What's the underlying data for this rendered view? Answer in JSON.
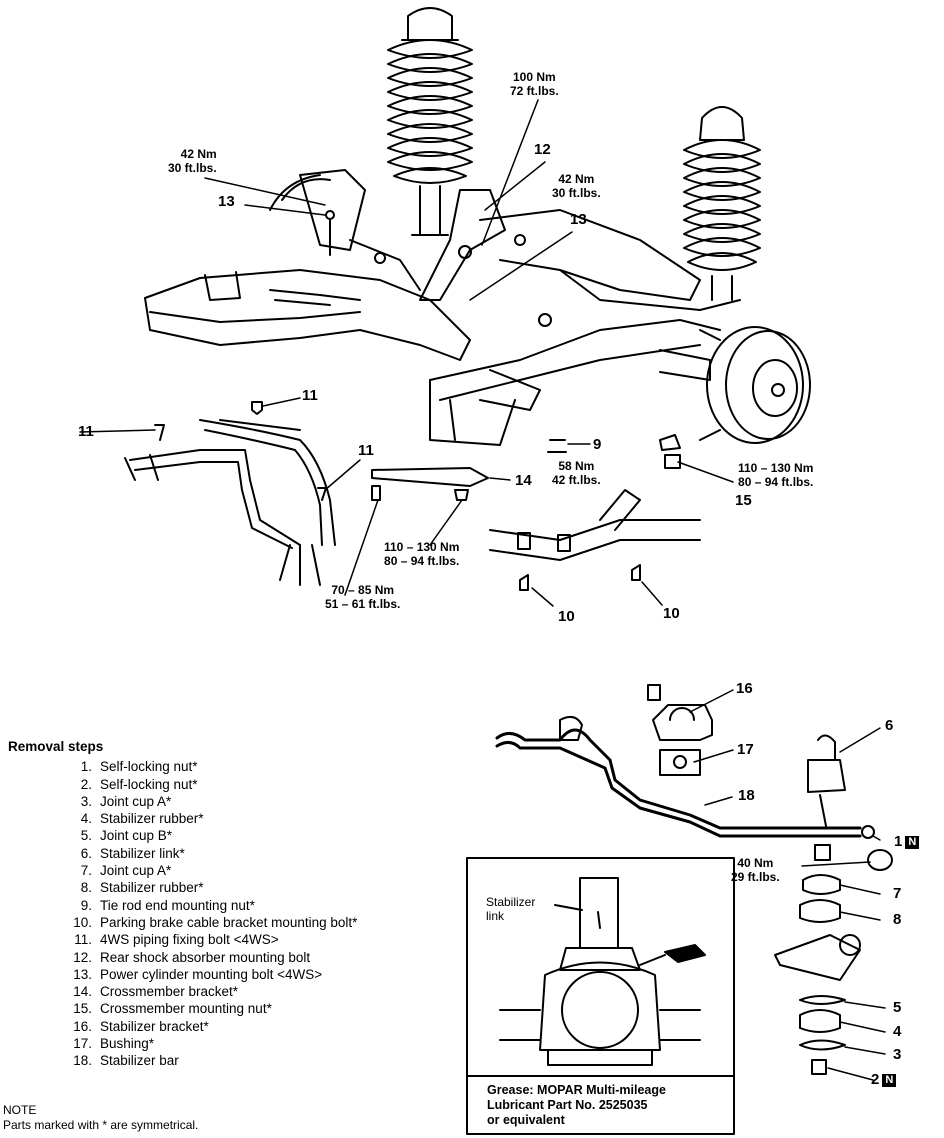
{
  "callouts": {
    "c1": "1",
    "c2": "2",
    "c3": "3",
    "c5": "5",
    "c4": "4",
    "c6": "6",
    "c7": "7",
    "c8": "8",
    "c9": "9",
    "c10a": "10",
    "c10b": "10",
    "c11a": "11",
    "c11b": "11",
    "c11c": "11",
    "c12": "12",
    "c13a": "13",
    "c13b": "13",
    "c14": "14",
    "c15": "15",
    "c16": "16",
    "c17": "17",
    "c18": "18",
    "n_badge": "N"
  },
  "torques": {
    "t100": {
      "nm": "100 Nm",
      "ft": "72 ft.lbs."
    },
    "t42a": {
      "nm": "42 Nm",
      "ft": "30 ft.lbs."
    },
    "t42b": {
      "nm": "42 Nm",
      "ft": "30 ft.lbs."
    },
    "t58": {
      "nm": "58 Nm",
      "ft": "42 ft.lbs."
    },
    "t110a": {
      "nm": "110 – 130 Nm",
      "ft": "80 – 94 ft.lbs."
    },
    "t110b": {
      "nm": "110 – 130 Nm",
      "ft": "80 – 94 ft.lbs."
    },
    "t70": {
      "nm": "70 – 85 Nm",
      "ft": "51 – 61 ft.lbs."
    },
    "t40": {
      "nm": "40 Nm",
      "ft": "29 ft.lbs."
    }
  },
  "removal_steps": {
    "title": "Removal steps",
    "items": [
      {
        "n": "1.",
        "text": "Self-locking nut*"
      },
      {
        "n": "2.",
        "text": "Self-locking nut*"
      },
      {
        "n": "3.",
        "text": "Joint cup A*"
      },
      {
        "n": "4.",
        "text": "Stabilizer rubber*"
      },
      {
        "n": "5.",
        "text": "Joint cup B*"
      },
      {
        "n": "6.",
        "text": "Stabilizer link*"
      },
      {
        "n": "7.",
        "text": "Joint cup A*"
      },
      {
        "n": "8.",
        "text": "Stabilizer rubber*"
      },
      {
        "n": "9.",
        "text": "Tie rod end mounting nut*"
      },
      {
        "n": "10.",
        "text": "Parking brake cable bracket mounting bolt*"
      },
      {
        "n": "11.",
        "text": "4WS piping fixing bolt <4WS>"
      },
      {
        "n": "12.",
        "text": "Rear shock absorber mounting bolt"
      },
      {
        "n": "13.",
        "text": "Power cylinder mounting bolt <4WS>"
      },
      {
        "n": "14.",
        "text": "Crossmember bracket*"
      },
      {
        "n": "15.",
        "text": "Crossmember mounting nut*"
      },
      {
        "n": "16.",
        "text": "Stabilizer bracket*"
      },
      {
        "n": "17.",
        "text": "Bushing*"
      },
      {
        "n": "18.",
        "text": "Stabilizer bar"
      }
    ]
  },
  "note": {
    "title": "NOTE",
    "text": "Parts marked with * are symmetrical."
  },
  "inset": {
    "label_line1": "Stabilizer",
    "label_line2": "link",
    "grease_line1": "Grease: MOPAR Multi-mileage",
    "grease_line2": "Lubricant Part No. 2525035",
    "grease_line3": "or equivalent"
  }
}
